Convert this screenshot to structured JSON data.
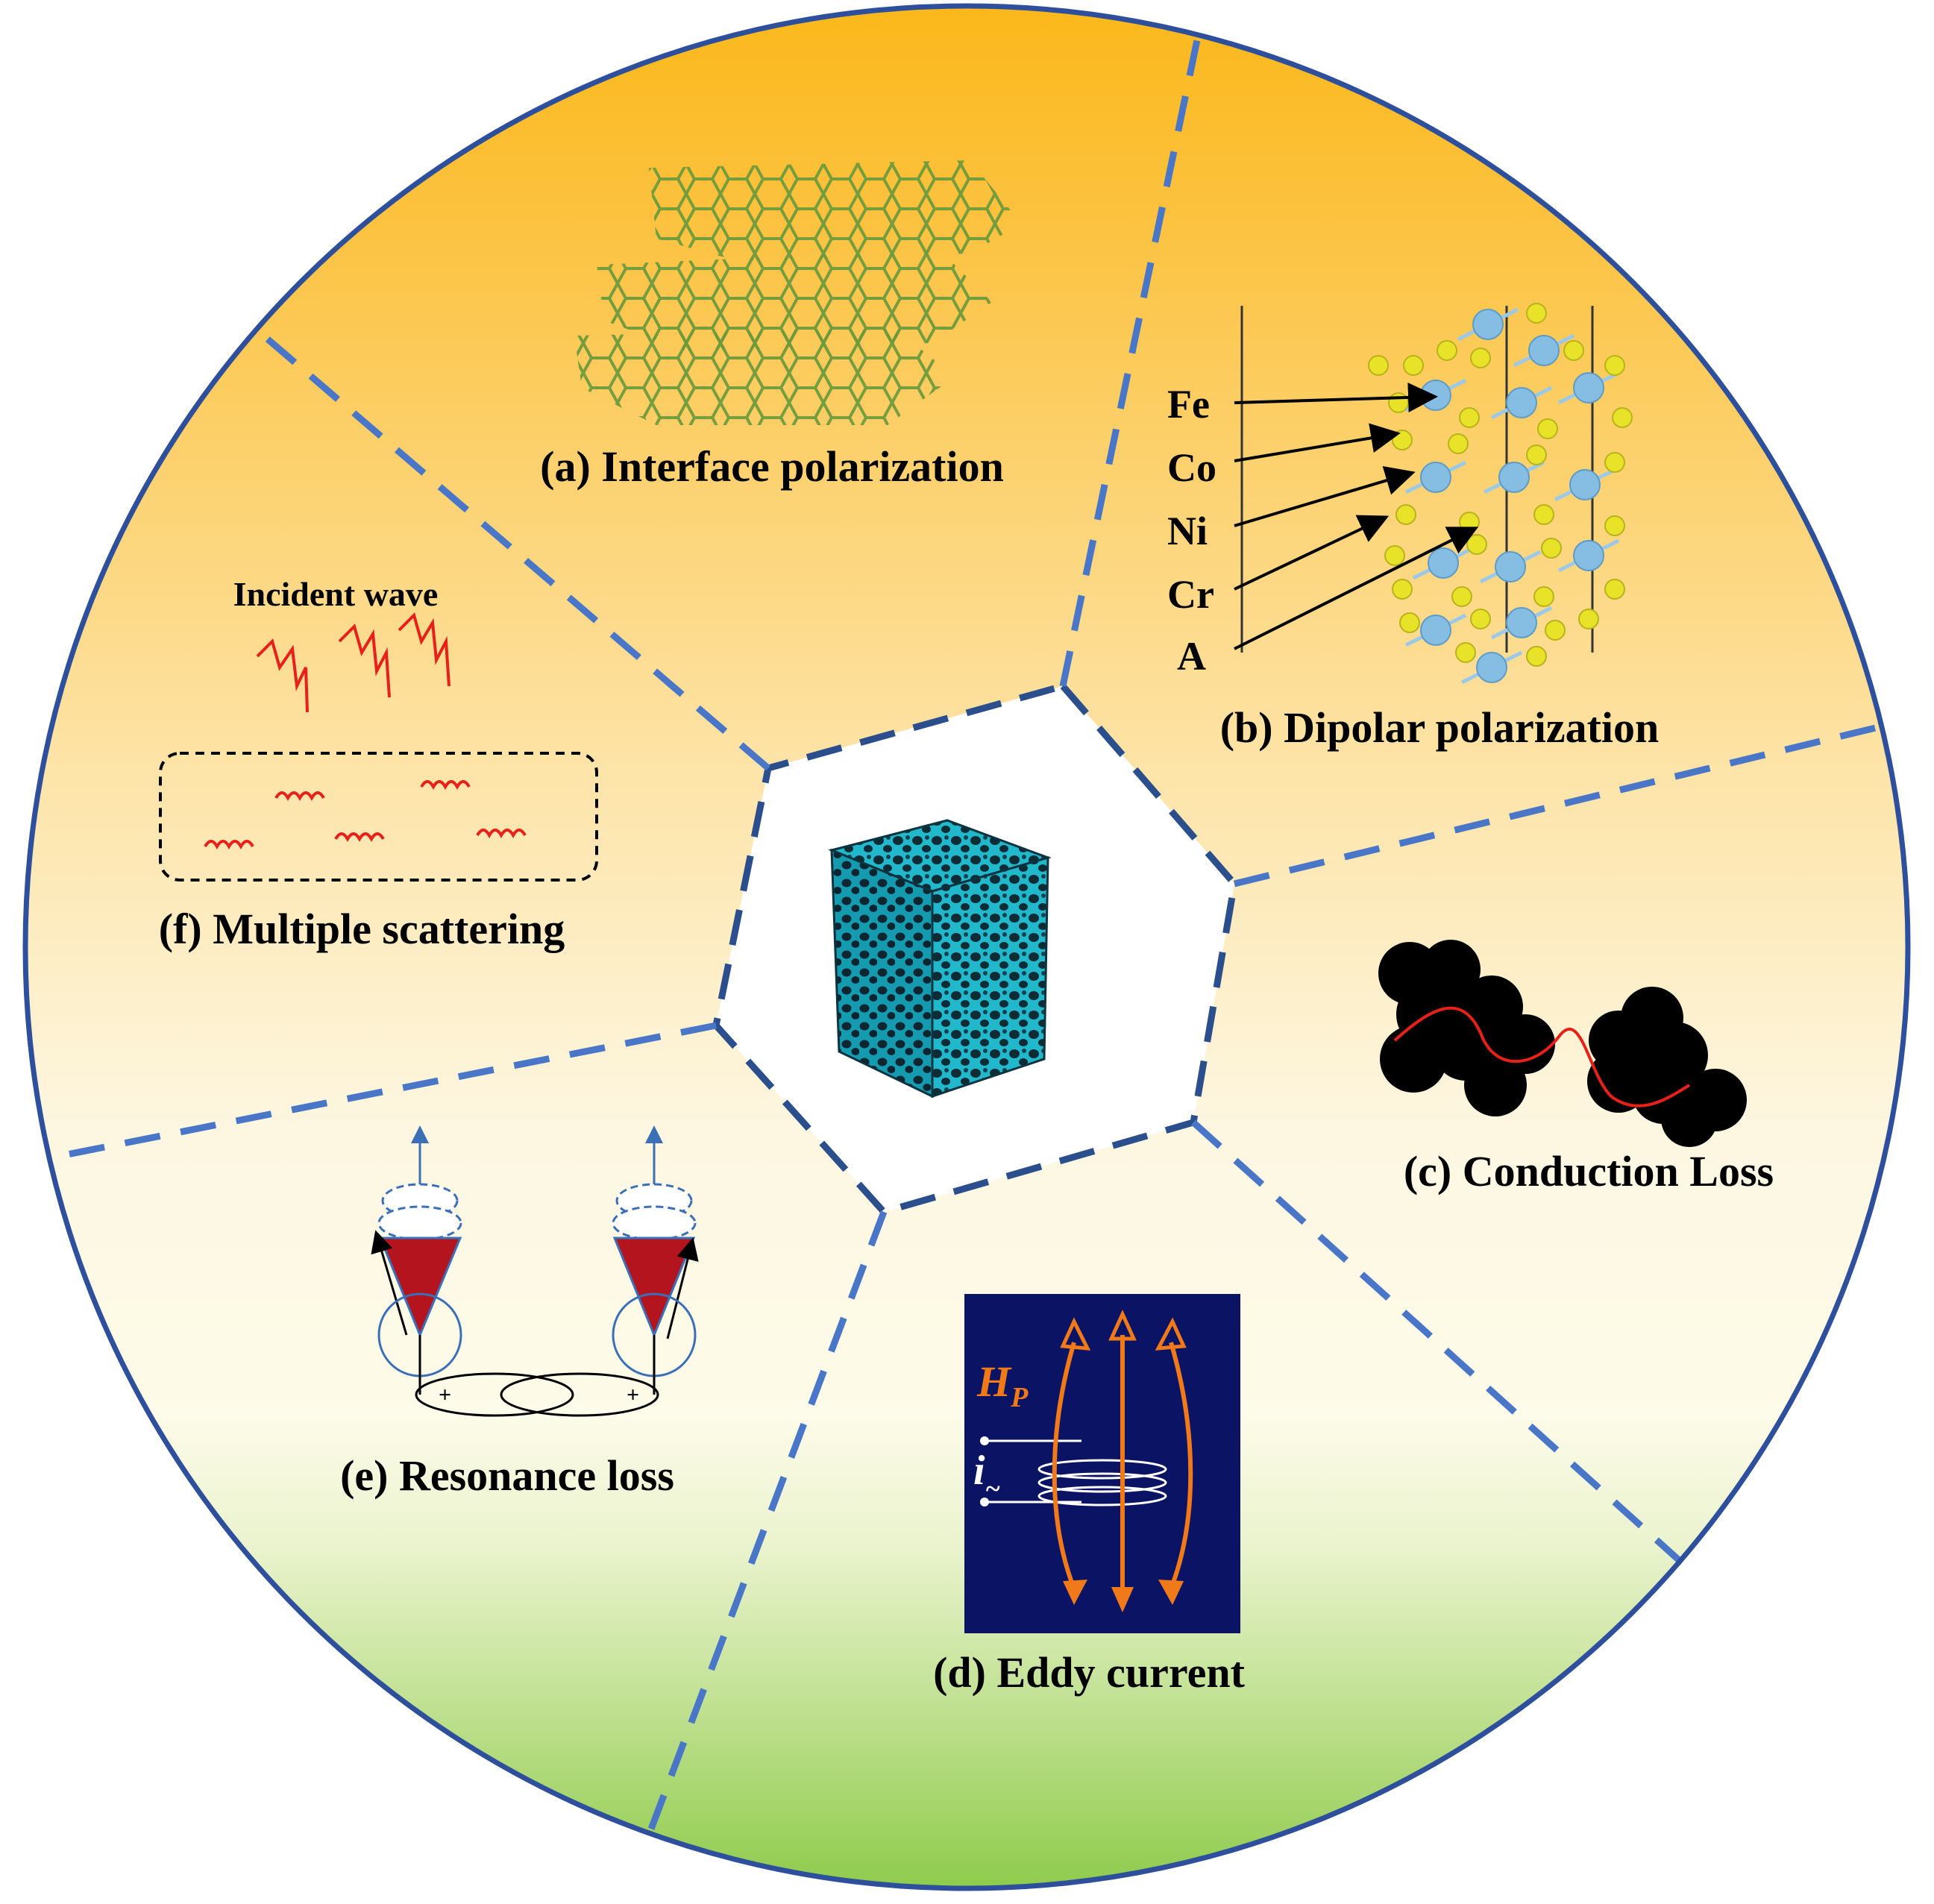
{
  "center_image": "porous-foam-cube",
  "sections": [
    {
      "id": "a",
      "label": "(a) Interface polarization",
      "illustration": "stacked-graphene-sheets"
    },
    {
      "id": "b",
      "label": "(b) Dipolar polarization",
      "illustration": "crystal-lattice",
      "elements": [
        "Fe",
        "Co",
        "Ni",
        "Cr",
        "A"
      ]
    },
    {
      "id": "c",
      "label": "(c) Conduction Loss",
      "illustration": "conductive-particle-clusters"
    },
    {
      "id": "d",
      "label": "(d) Eddy current",
      "illustration": "eddy-current-coil",
      "field_label": "H",
      "field_subscript": "P",
      "current_label": "i",
      "current_subscript": "~"
    },
    {
      "id": "e",
      "label": "(e) Resonance loss",
      "illustration": "spin-precession-cones",
      "sign_left": "+",
      "sign_right": "+"
    },
    {
      "id": "f",
      "label": "(f) Multiple scattering",
      "illustration": "scattered-waves-box",
      "sublabel": "Incident wave"
    }
  ],
  "colors": {
    "gradient_top": "#fbb81b",
    "gradient_mid": "#fde9b8",
    "gradient_low": "#fdfbe8",
    "gradient_bottom": "#8fcb4c",
    "circle_border": "#2e4f9c",
    "divider": "#4a76c8",
    "hexagon": "#2b4f8c",
    "graphene": "#6f9a3c",
    "lattice_blue": "#86bde3",
    "lattice_yellow": "#e8e328",
    "wave_red": "#e8201a",
    "cone_red": "#b3141d",
    "eddy_bg": "#0b1464",
    "eddy_arrow": "#f07a1a",
    "cube": "#1fb4c8"
  }
}
